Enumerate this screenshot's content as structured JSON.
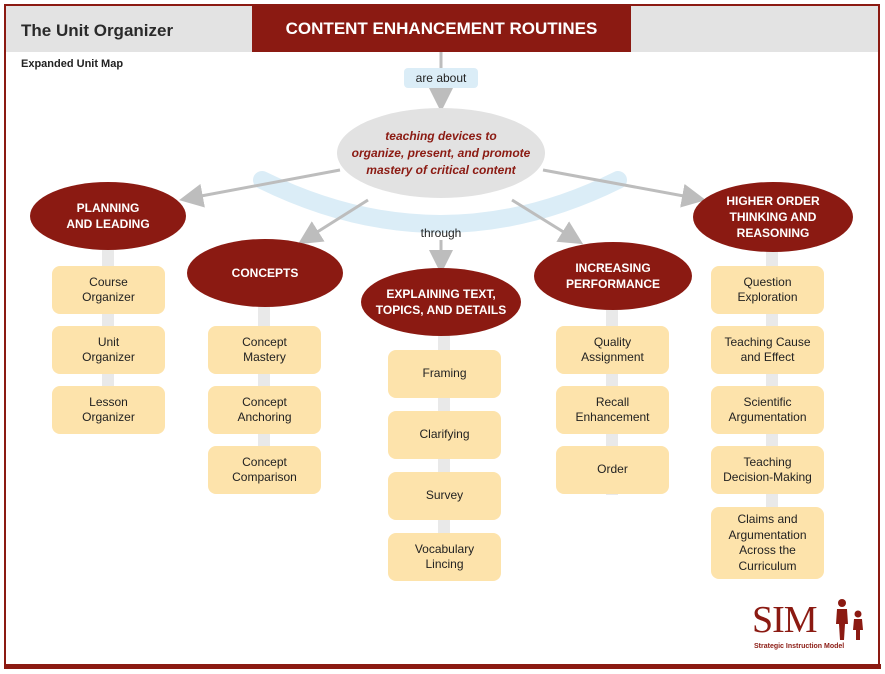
{
  "header": {
    "left_title": "The Unit Organizer",
    "center_title": "CONTENT ENHANCEMENT ROUTINES"
  },
  "subtitle": "Expanded Unit Map",
  "connectors": {
    "top": "are about",
    "middle": "through"
  },
  "center_concept": "teaching devices to\norganize, present, and promote\nmastery of critical content",
  "categories": [
    {
      "title": "PLANNING\nAND LEADING",
      "items": [
        "Course\nOrganizer",
        "Unit\nOrganizer",
        "Lesson\nOrganizer"
      ]
    },
    {
      "title": "CONCEPTS",
      "items": [
        "Concept\nMastery",
        "Concept\nAnchoring",
        "Concept\nComparison"
      ]
    },
    {
      "title": "EXPLAINING TEXT,\nTOPICS, AND DETAILS",
      "items": [
        "Framing",
        "Clarifying",
        "Survey",
        "Vocabulary\nLincing"
      ]
    },
    {
      "title": "INCREASING\nPERFORMANCE",
      "items": [
        "Quality\nAssignment",
        "Recall\nEnhancement",
        "Order"
      ]
    },
    {
      "title": "HIGHER ORDER\nTHINKING AND\nREASONING",
      "items": [
        "Question\nExploration",
        "Teaching Cause\nand Effect",
        "Scientific\nArgumentation",
        "Teaching\nDecision-Making",
        "Claims and\nArgumentation\nAcross the\nCurriculum"
      ]
    }
  ],
  "logo": {
    "text": "SIM",
    "tagline": "Strategic Instruction Model"
  },
  "colors": {
    "brand_red": "#8b1a12",
    "item_fill": "#fde3ab",
    "header_gray": "#e3e3e3",
    "arc_blue": "#dbedf7"
  }
}
